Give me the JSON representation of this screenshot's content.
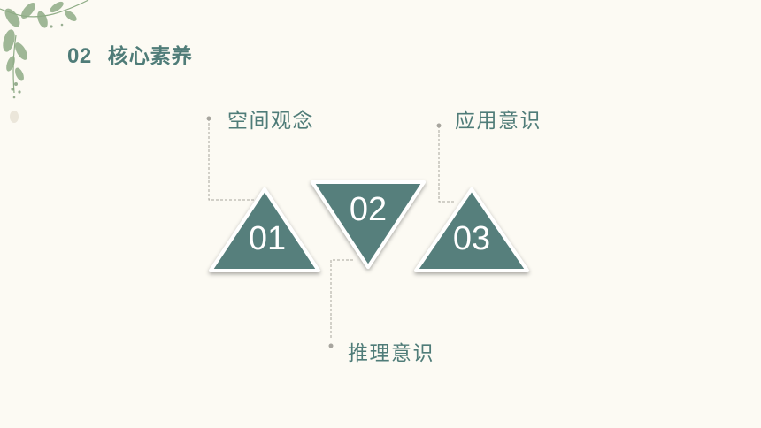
{
  "header": {
    "number": "02",
    "title": "核心素养"
  },
  "items": [
    {
      "num": "01",
      "label": "空间观念"
    },
    {
      "num": "02",
      "label": "推理意识"
    },
    {
      "num": "03",
      "label": "应用意识"
    }
  ],
  "colors": {
    "background": "#fcfaf3",
    "accent": "#4f7c78",
    "triangle_fill": "#567f7b",
    "leaf_green": "#8fac86",
    "connector": "#a7a59e"
  },
  "icons": [
    "leaf-branch-icon"
  ]
}
